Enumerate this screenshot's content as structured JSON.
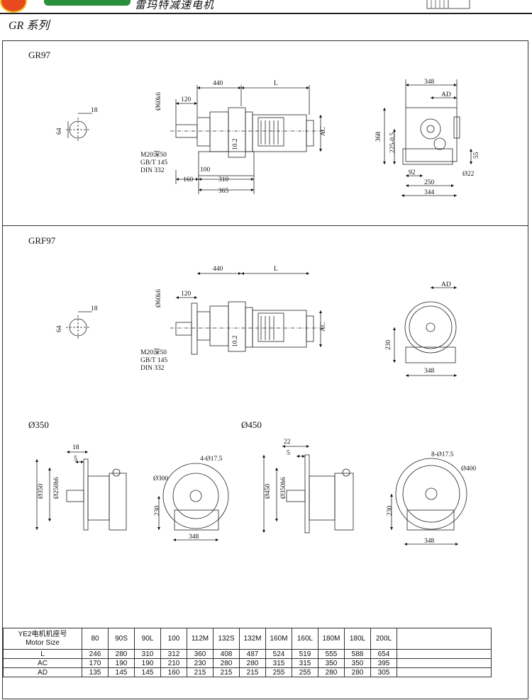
{
  "header": {
    "brand_cn": "雷玛特减速电机",
    "series_label": "GR 系列"
  },
  "colors": {
    "logo_red": "#e64a1d",
    "logo_yellow": "#f3c21b",
    "logo_green": "#2a8f3a"
  },
  "sections": {
    "gr97": {
      "title": "GR97",
      "dims": {
        "d440": "440",
        "dL": "L",
        "d120": "120",
        "d60": "Ø60k6",
        "d18": "18",
        "d64": "64",
        "m20": "M20深50",
        "gbt": "GB/T 145",
        "din": "DIN 332",
        "d102": "10.2",
        "d100": "100",
        "d160": "160",
        "d310": "310",
        "d365": "365",
        "dAC": "AC",
        "d348": "348",
        "dAD": "AD",
        "d368": "368",
        "d225": "225-0.5",
        "d55": "55",
        "d92": "92",
        "d22": "Ø22",
        "d250": "250",
        "d344": "344"
      }
    },
    "grf97": {
      "title": "GRF97",
      "dims": {
        "d440": "440",
        "dL": "L",
        "d120": "120",
        "d60": "Ø60k6",
        "d18": "18",
        "d64": "64",
        "m20": "M20深50",
        "gbt": "GB/T 145",
        "din": "DIN 332",
        "d102": "10.2",
        "dAC": "AC",
        "dAD": "AD",
        "d230": "230",
        "d348": "348"
      }
    },
    "flange350": {
      "title": "Ø350",
      "dims": {
        "d18": "18",
        "d5": "5",
        "d350": "Ø350",
        "d250": "Ø250h6",
        "d300": "Ø300",
        "holes": "4-Ø17.5",
        "d230": "230",
        "d348": "348"
      }
    },
    "flange450": {
      "title": "Ø450",
      "dims": {
        "d22": "22",
        "d5": "5",
        "d450": "Ø450",
        "d350": "Ø350h6",
        "d400": "Ø400",
        "holes": "8-Ø17.5",
        "d230": "230",
        "d348": "348"
      }
    }
  },
  "table": {
    "header_cn": "YE2电机机座号",
    "header_en": "Motor Size",
    "sizes": [
      "80",
      "90S",
      "90L",
      "100",
      "112M",
      "132S",
      "132M",
      "160M",
      "160L",
      "180M",
      "180L",
      "200L"
    ],
    "rows": [
      {
        "label": "L",
        "values": [
          "246",
          "280",
          "310",
          "312",
          "360",
          "408",
          "487",
          "524",
          "519",
          "555",
          "588",
          "654"
        ]
      },
      {
        "label": "AC",
        "values": [
          "170",
          "190",
          "190",
          "210",
          "230",
          "280",
          "280",
          "315",
          "315",
          "350",
          "350",
          "395"
        ]
      },
      {
        "label": "AD",
        "values": [
          "135",
          "145",
          "145",
          "160",
          "215",
          "215",
          "215",
          "255",
          "255",
          "280",
          "280",
          "305"
        ]
      }
    ]
  }
}
